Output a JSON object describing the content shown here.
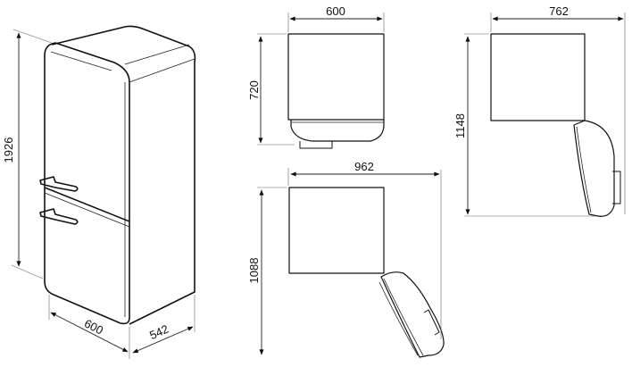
{
  "dimensions": {
    "height_total": "1926",
    "width": "600",
    "depth": "542",
    "top_view_width": "600",
    "top_view_depth": "720",
    "door_90_width": "762",
    "door_90_depth": "1148",
    "door_open_width": "962",
    "door_open_depth": "1088"
  },
  "colors": {
    "line": "#111111",
    "background": "#ffffff"
  }
}
